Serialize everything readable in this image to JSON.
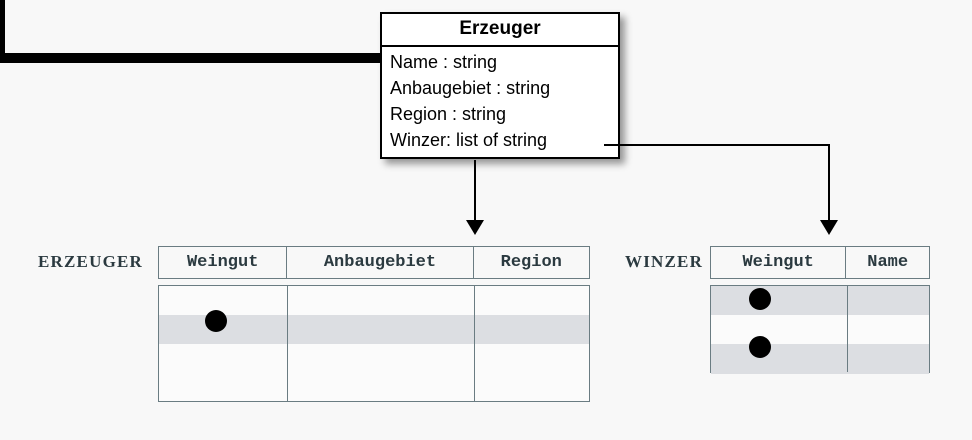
{
  "diagram": {
    "background_color": "#f8f8f8",
    "line_color": "#000000",
    "table_border_color": "#6a7c82",
    "shaded_row_color": "#dcdee2",
    "label_color": "#2b3a40"
  },
  "uml_class": {
    "name": "Erzeuger",
    "attributes": [
      "Name : string",
      "Anbaugebiet : string",
      "Region : string",
      "Winzer: list of string"
    ]
  },
  "tables": [
    {
      "label": "ERZEUGER",
      "columns": [
        "Weingut",
        "Anbaugebiet",
        "Region"
      ],
      "row_count": 4,
      "shaded_rows": [
        1
      ]
    },
    {
      "label": "WINZER",
      "columns": [
        "Weingut",
        "Name"
      ],
      "row_count": 3,
      "shaded_rows": [
        0,
        2
      ]
    }
  ],
  "connectors": {
    "arrow_to_erzeuger": {
      "from": "uml-class-bottom",
      "to": "erzeuger-header",
      "style": "solid-arrow"
    },
    "arrow_to_winzer": {
      "from": "winzer-attribute-right",
      "to": "winzer-header-weingut",
      "style": "solid-arrow"
    },
    "relationship_link": {
      "description": "one ERZEUGER row links to two WINZER rows",
      "source_dots": 1,
      "target_dots": 2
    }
  }
}
